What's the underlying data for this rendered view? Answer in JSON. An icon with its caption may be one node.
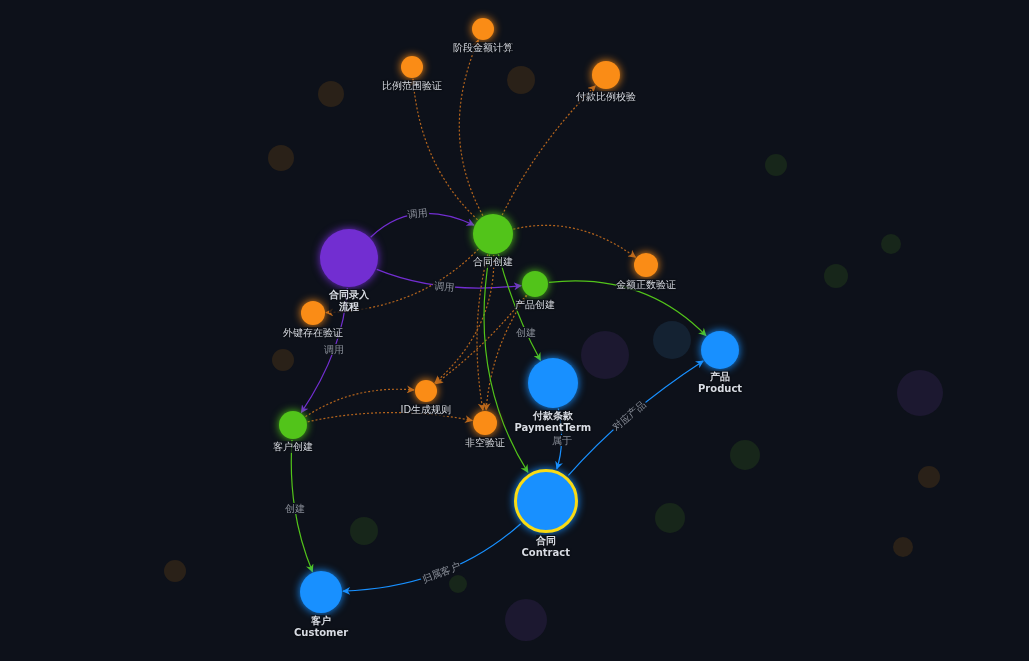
{
  "diagram": {
    "nodes": [
      {
        "text": [
          "合同录入流程"
        ]
      },
      {
        "text": [
          "合同创建"
        ]
      },
      {
        "text": [
          "产品创建"
        ]
      },
      {
        "text": [
          "客户创建"
        ]
      },
      {
        "text": [
          "阶段金额计算"
        ]
      },
      {
        "text": [
          "比例范围验证"
        ]
      },
      {
        "text": [
          "付款比例校验"
        ]
      },
      {
        "text": [
          "金额正数验证"
        ]
      },
      {
        "text": [
          "外键存在验证"
        ]
      },
      {
        "text": [
          "ID生成规则"
        ]
      },
      {
        "text": [
          "非空验证"
        ]
      },
      {
        "text": [
          "付款条款",
          "PaymentTerm"
        ]
      },
      {
        "text": [
          "产品",
          "Product"
        ]
      },
      {
        "text": [
          "合同",
          "Contract"
        ]
      },
      {
        "text": [
          "客户",
          "Customer"
        ]
      },
      {
        "text": [],
        "shape": "circle"
      },
      {
        "text": [],
        "shape": "circle"
      },
      {
        "text": [],
        "shape": "circle"
      },
      {
        "text": [],
        "shape": "circle"
      },
      {
        "text": [],
        "shape": "circle"
      },
      {
        "text": [],
        "shape": "circle"
      },
      {
        "text": [],
        "shape": "circle"
      },
      {
        "text": [],
        "shape": "circle"
      },
      {
        "text": [],
        "shape": "circle"
      },
      {
        "text": [],
        "shape": "circle"
      },
      {
        "text": [],
        "shape": "circle"
      },
      {
        "text": [],
        "shape": "circle"
      },
      {
        "text": [],
        "shape": "circle"
      },
      {
        "text": [],
        "shape": "circle"
      },
      {
        "text": [],
        "shape": "circle"
      },
      {
        "text": [],
        "shape": "circle"
      },
      {
        "text": [],
        "shape": "circle"
      },
      {
        "text": [],
        "shape": "circle"
      }
    ],
    "edges": [
      {
        "from": 0,
        "to": 1,
        "arrow": "to",
        "label": "调用",
        "color": "#722ed1"
      },
      {
        "from": 0,
        "to": 2,
        "arrow": "to",
        "label": "调用",
        "color": "#722ed1"
      },
      {
        "from": 0,
        "to": 3,
        "arrow": "to",
        "label": "调用",
        "color": "#722ed1"
      },
      {
        "from": 1,
        "to": 4,
        "arrow": "to",
        "style": "dashed"
      },
      {
        "from": 1,
        "to": 5,
        "arrow": "to",
        "style": "dashed"
      },
      {
        "from": 1,
        "to": 6,
        "arrow": "to",
        "style": "dashed"
      },
      {
        "from": 1,
        "to": 7,
        "arrow": "to",
        "style": "dashed"
      },
      {
        "from": 1,
        "to": 8,
        "arrow": "to",
        "style": "dashed"
      },
      {
        "from": 1,
        "to": 9,
        "arrow": "to",
        "style": "dashed"
      },
      {
        "from": 1,
        "to": 10,
        "arrow": "to",
        "style": "dashed"
      },
      {
        "from": 2,
        "to": 9,
        "arrow": "to",
        "style": "dashed"
      },
      {
        "from": 2,
        "to": 10,
        "arrow": "to",
        "style": "dashed"
      },
      {
        "from": 3,
        "to": 9,
        "arrow": "to",
        "style": "dashed"
      },
      {
        "from": 3,
        "to": 10,
        "arrow": "to",
        "style": "dashed"
      },
      {
        "from": 1,
        "to": 11,
        "arrow": "to",
        "label": "创建",
        "color": "#52c41a"
      },
      {
        "from": 1,
        "to": 13,
        "arrow": "to",
        "color": "#52c41a"
      },
      {
        "from": 2,
        "to": 12,
        "arrow": "to",
        "color": "#52c41a"
      },
      {
        "from": 3,
        "to": 14,
        "arrow": "to",
        "label": "创建",
        "color": "#52c41a"
      },
      {
        "from": 11,
        "to": 13,
        "arrow": "to",
        "label": "属于",
        "color": "#1890ff"
      },
      {
        "from": 13,
        "to": 12,
        "arrow": "to",
        "label": "对应产品",
        "color": "#1890ff"
      },
      {
        "from": 13,
        "to": 14,
        "arrow": "to",
        "label": "归属客户",
        "color": "#1890ff"
      }
    ]
  }
}
